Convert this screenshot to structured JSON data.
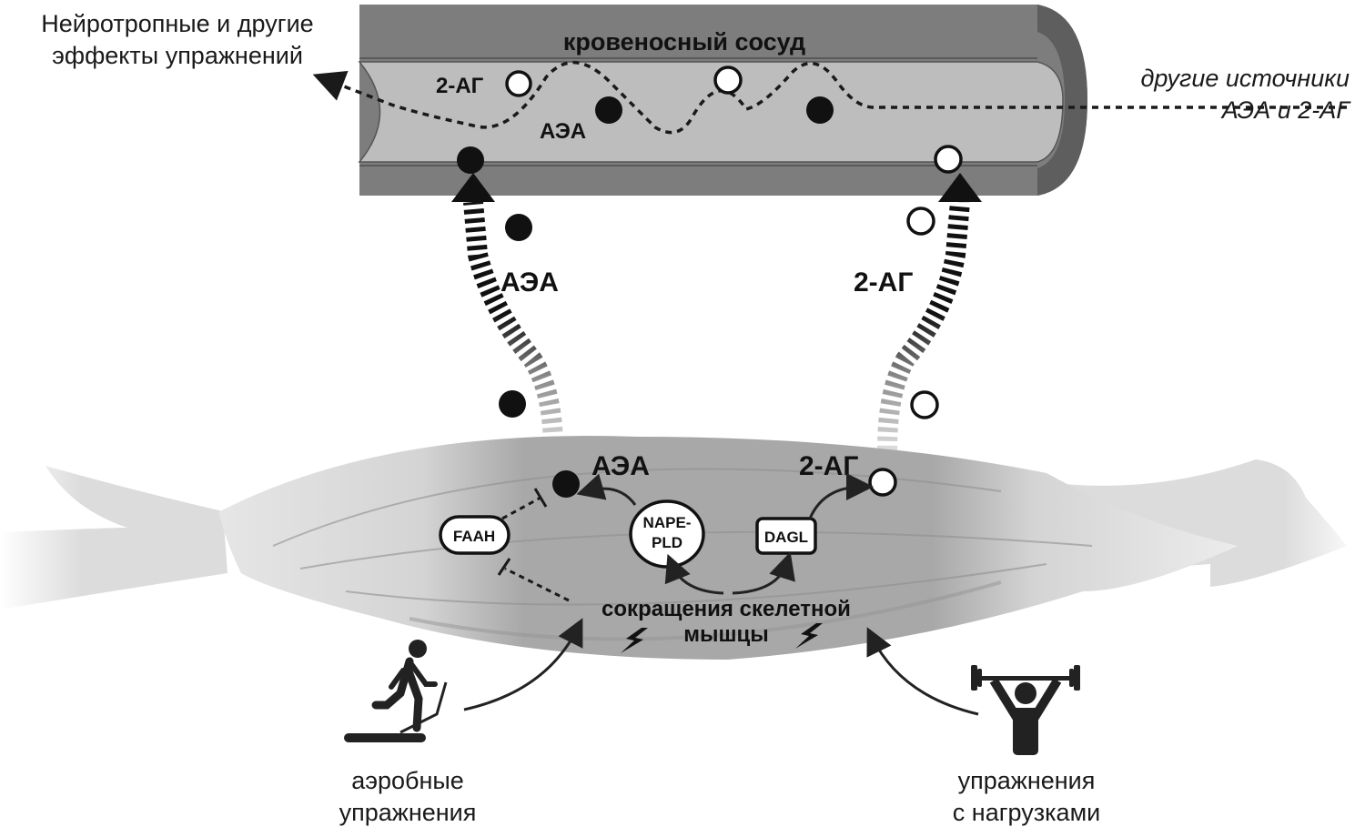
{
  "title_vessel": "кровеносный сосуд",
  "labels": {
    "neuro_effects_line1": "Нейротропные и другие",
    "neuro_effects_line2": "эффекты упражнений",
    "other_sources_line1": "другие источники",
    "other_sources_line2": "АЭА и 2-АГ",
    "vessel_2ag": "2-АГ",
    "vessel_aea": "АЭА",
    "transport_aea": "АЭА",
    "transport_2ag": "2-АГ",
    "muscle_aea": "АЭА",
    "muscle_2ag": "2-АГ",
    "contraction_line1": "сокращения скелетной",
    "contraction_line2": "мышцы",
    "aerobic_line1": "аэробные",
    "aerobic_line2": "упражнения",
    "resistance_line1": "упражнения",
    "resistance_line2": "с нагрузками"
  },
  "enzymes": {
    "faah": "FAAH",
    "nape_line1": "NAPE-",
    "nape_line2": "PLD",
    "dagl": "DAGL"
  },
  "legend_semantics": {
    "filled_circle": "АЭА",
    "open_circle": "2-АГ"
  },
  "colors": {
    "vessel_wall": "#7d7d7d",
    "vessel_lumen": "#b9b9b9",
    "muscle": "#a6a6a6",
    "tendon": "#d9d9d9",
    "ink": "#111111"
  }
}
